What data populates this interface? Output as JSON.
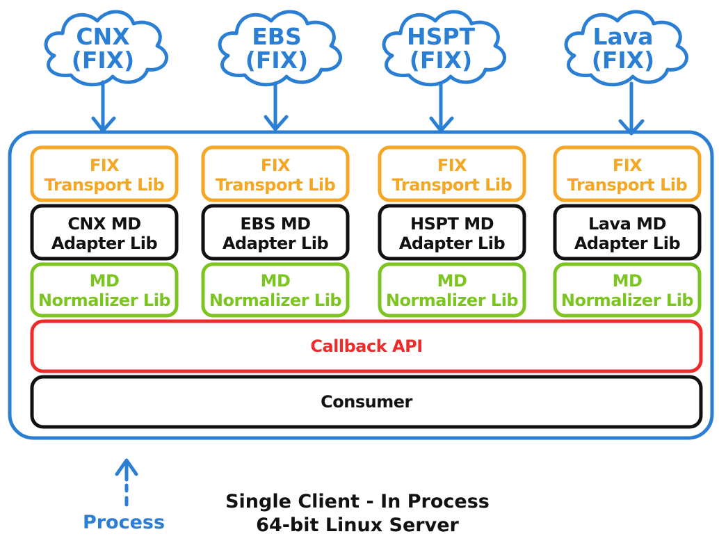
{
  "diagram": {
    "clouds": [
      {
        "line1": "CNX",
        "line2": "(FIX)"
      },
      {
        "line1": "EBS",
        "line2": "(FIX)"
      },
      {
        "line1": "HSPT",
        "line2": "(FIX)"
      },
      {
        "line1": "Lava",
        "line2": "(FIX)"
      }
    ],
    "columns": [
      {
        "transport": {
          "line1": "FIX",
          "line2": "Transport Lib"
        },
        "adapter": {
          "line1": "CNX MD",
          "line2": "Adapter Lib"
        },
        "normalizer": {
          "line1": "MD",
          "line2": "Normalizer Lib"
        }
      },
      {
        "transport": {
          "line1": "FIX",
          "line2": "Transport Lib"
        },
        "adapter": {
          "line1": "EBS MD",
          "line2": "Adapter Lib"
        },
        "normalizer": {
          "line1": "MD",
          "line2": "Normalizer Lib"
        }
      },
      {
        "transport": {
          "line1": "FIX",
          "line2": "Transport Lib"
        },
        "adapter": {
          "line1": "HSPT MD",
          "line2": "Adapter Lib"
        },
        "normalizer": {
          "line1": "MD",
          "line2": "Normalizer Lib"
        }
      },
      {
        "transport": {
          "line1": "FIX",
          "line2": "Transport Lib"
        },
        "adapter": {
          "line1": "Lava MD",
          "line2": "Adapter Lib"
        },
        "normalizer": {
          "line1": "MD",
          "line2": "Normalizer Lib"
        }
      }
    ],
    "callback_api": "Callback API",
    "consumer": "Consumer",
    "process_label": "Process",
    "footer": {
      "line1": "Single Client - In Process",
      "line2": "64-bit Linux Server"
    },
    "colors": {
      "blue": "#2a7fd4",
      "orange": "#f5a623",
      "black": "#111111",
      "green": "#7cc520",
      "red": "#ee2b2b"
    }
  }
}
